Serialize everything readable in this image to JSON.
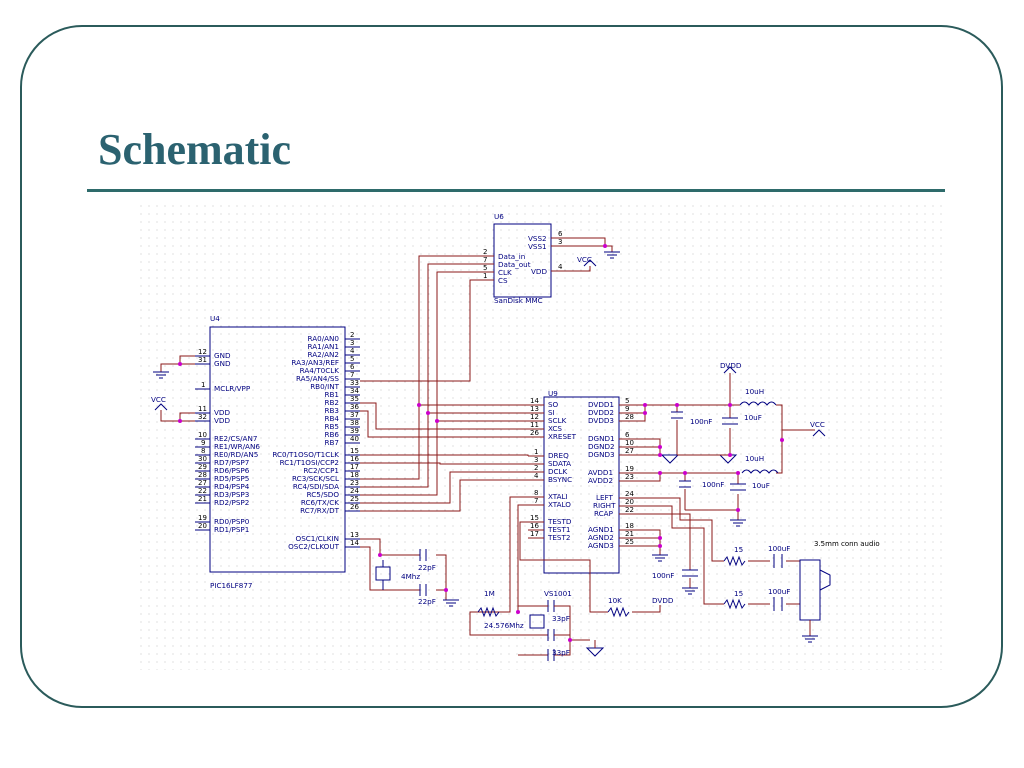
{
  "slide": {
    "title": "Schematic"
  },
  "schematic": {
    "u6": {
      "ref": "U6",
      "name": "SanDisk MMC",
      "pins": [
        {
          "label": "VSS2",
          "num": "6"
        },
        {
          "label": "VSS1",
          "num": "3"
        },
        {
          "label": "Data_in",
          "num": "2"
        },
        {
          "label": "Data_out",
          "num": "7"
        },
        {
          "label": "CLK",
          "num": "5"
        },
        {
          "label": "CS",
          "num": "1"
        },
        {
          "label": "VDD",
          "num": "4"
        }
      ],
      "vcc": "VCC"
    },
    "u4": {
      "ref": "U4",
      "name": "PIC16LF877",
      "left_pins": [
        {
          "label": "GND",
          "num": "12"
        },
        {
          "label": "GND",
          "num": "31"
        },
        {
          "label": "MCLR/VPP",
          "num": "1"
        },
        {
          "label": "VDD",
          "num": "11"
        },
        {
          "label": "VDD",
          "num": "32"
        },
        {
          "label": "RE2/CS/AN7",
          "num": "10"
        },
        {
          "label": "RE1/WR/AN6",
          "num": "9"
        },
        {
          "label": "RE0/RD/AN5",
          "num": "8"
        },
        {
          "label": "RD7/PSP7",
          "num": "30"
        },
        {
          "label": "RD6/PSP6",
          "num": "29"
        },
        {
          "label": "RD5/PSP5",
          "num": "28"
        },
        {
          "label": "RD4/PSP4",
          "num": "27"
        },
        {
          "label": "RD3/PSP3",
          "num": "22"
        },
        {
          "label": "RD2/PSP2",
          "num": "21"
        },
        {
          "label": "RD0/PSP0",
          "num": "19"
        },
        {
          "label": "RD1/PSP1",
          "num": "20"
        }
      ],
      "right_pins": [
        {
          "label": "RA0/AN0",
          "num": "2"
        },
        {
          "label": "RA1/AN1",
          "num": "3"
        },
        {
          "label": "RA2/AN2",
          "num": "4"
        },
        {
          "label": "RA3/AN3/REF",
          "num": "5"
        },
        {
          "label": "RA4/T0CLK",
          "num": "6"
        },
        {
          "label": "RA5/AN4/SS",
          "num": "7"
        },
        {
          "label": "RB0/INT",
          "num": "33"
        },
        {
          "label": "RB1",
          "num": "34"
        },
        {
          "label": "RB2",
          "num": "35"
        },
        {
          "label": "RB3",
          "num": "36"
        },
        {
          "label": "RB4",
          "num": "37"
        },
        {
          "label": "RB5",
          "num": "38"
        },
        {
          "label": "RB6",
          "num": "39"
        },
        {
          "label": "RB7",
          "num": "40"
        },
        {
          "label": "RC0/T1OSO/T1CLK",
          "num": "15"
        },
        {
          "label": "RC1/T1OSI/CCP2",
          "num": "16"
        },
        {
          "label": "RC2/CCP1",
          "num": "17"
        },
        {
          "label": "RC3/SCK/SCL",
          "num": "18"
        },
        {
          "label": "RC4/SDI/SDA",
          "num": "23"
        },
        {
          "label": "RC5/SDO",
          "num": "24"
        },
        {
          "label": "RC6/TX/CK",
          "num": "25"
        },
        {
          "label": "RC7/RX/DT",
          "num": "26"
        },
        {
          "label": "OSC1/CLKIN",
          "num": "13"
        },
        {
          "label": "OSC2/CLKOUT",
          "num": "14"
        }
      ],
      "vcc": "VCC"
    },
    "u9": {
      "ref": "U9",
      "name": "VS1001",
      "left_pins": [
        {
          "label": "SO",
          "num": "14"
        },
        {
          "label": "SI",
          "num": "13"
        },
        {
          "label": "SCLK",
          "num": "12"
        },
        {
          "label": "XCS",
          "num": "11"
        },
        {
          "label": "XRESET",
          "num": "26"
        },
        {
          "label": "DREQ",
          "num": "1"
        },
        {
          "label": "SDATA",
          "num": "3"
        },
        {
          "label": "DCLK",
          "num": "2"
        },
        {
          "label": "BSYNC",
          "num": "4"
        },
        {
          "label": "XTALI",
          "num": "8"
        },
        {
          "label": "XTALO",
          "num": "7"
        },
        {
          "label": "TESTD",
          "num": "15"
        },
        {
          "label": "TEST1",
          "num": "16"
        },
        {
          "label": "TEST2",
          "num": "17"
        }
      ],
      "right_pins": [
        {
          "label": "DVDD1",
          "num": "5"
        },
        {
          "label": "DVDD2",
          "num": "9"
        },
        {
          "label": "DVDD3",
          "num": "28"
        },
        {
          "label": "DGND1",
          "num": "6"
        },
        {
          "label": "DGND2",
          "num": "10"
        },
        {
          "label": "DGND3",
          "num": "27"
        },
        {
          "label": "AVDD1",
          "num": "19"
        },
        {
          "label": "AVDD2",
          "num": "23"
        },
        {
          "label": "LEFT",
          "num": "24"
        },
        {
          "label": "RIGHT",
          "num": "20"
        },
        {
          "label": "RCAP",
          "num": "22"
        },
        {
          "label": "AGND1",
          "num": "18"
        },
        {
          "label": "AGND2",
          "num": "21"
        },
        {
          "label": "AGND3",
          "num": "25"
        }
      ]
    },
    "labels": {
      "dvdd_top": "DVDD",
      "dvdd_bottom": "DVDD",
      "vcc_right": "VCC",
      "l1": "10uH",
      "l2": "10uH",
      "c_100nf_1": "100nF",
      "c_10uf_1": "10uF",
      "c_100nf_2": "100nF",
      "c_10uf_2": "10uF",
      "c_100nf_3": "100nF",
      "r_15_l": "15",
      "r_15_r": "15",
      "c_100uf_l": "100uF",
      "c_100uf_r": "100uF",
      "jack": "3.5mm conn audio",
      "xtal1": "4Mhz",
      "c_22pf_1": "22pF",
      "c_22pf_2": "22pF",
      "r_1m": "1M",
      "xtal2": "24.576Mhz",
      "c_33pf_1": "33pF",
      "c_33pf_2": "33pF",
      "r_10k": "10K"
    }
  }
}
